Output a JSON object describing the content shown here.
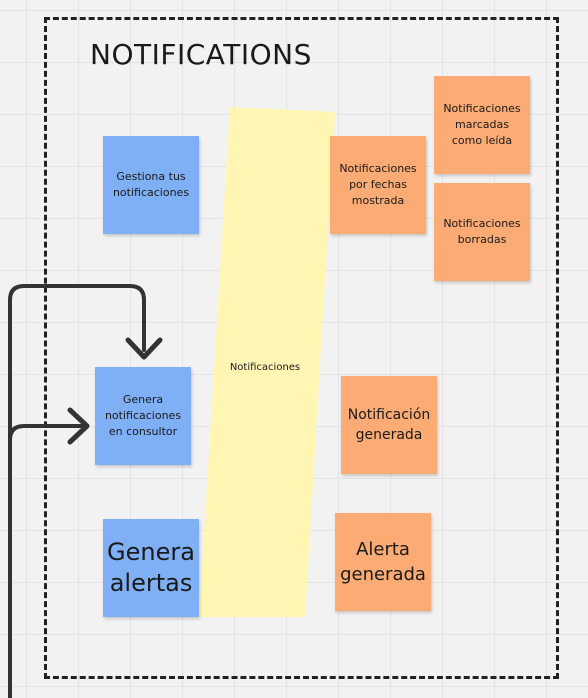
{
  "board": {
    "title": "NOTIFICATIONS",
    "lane_label": "Notificaciones"
  },
  "stickies": {
    "gestiona": "Gestiona tus notificaciones",
    "genera_notif": "Genera notificaciones en consultor",
    "genera_alertas": "Genera alertas",
    "por_fechas": "Notificaciones por fechas mostrada",
    "marcadas": "Notificaciones marcadas como leída",
    "borradas": "Notificaciones borradas",
    "notif_generada": "Notificación generada",
    "alerta_generada": "Alerta generada"
  },
  "colors": {
    "blue_note": "#7fb0f5",
    "orange_note": "#fbab73",
    "yellow_lane": "#fff6b3",
    "connector": "#333333"
  }
}
